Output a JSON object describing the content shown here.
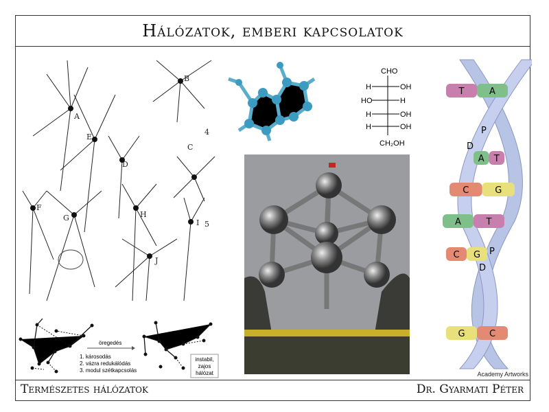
{
  "title": "Hálózatok, emberi kapcsolatok",
  "footer": {
    "left": "Természetes hálózatok",
    "right": "Dr. Gyarmati Péter"
  },
  "neurons": {
    "labels": [
      "A",
      "B",
      "C",
      "D",
      "E",
      "F",
      "G",
      "H",
      "I",
      "J",
      "4",
      "5"
    ]
  },
  "fischer": {
    "top": "CHO",
    "rows": [
      [
        "H",
        "OH"
      ],
      [
        "HO",
        "H"
      ],
      [
        "H",
        "OH"
      ],
      [
        "H",
        "OH"
      ]
    ],
    "bottom": "CH₂OH"
  },
  "dna": {
    "pairs": [
      [
        "T",
        "A"
      ],
      [
        "A",
        "T"
      ],
      [
        "C",
        "G"
      ],
      [
        "A",
        "T"
      ],
      [
        "C",
        "G"
      ],
      [
        "G",
        "C"
      ]
    ],
    "labels": [
      "D",
      "P",
      "D",
      "P"
    ],
    "credit": "Academy Artworks",
    "colors": {
      "A": "#7fbf8a",
      "T": "#c77fae",
      "C": "#e58a72",
      "G": "#e8e07a",
      "strand": "#b8c4e6"
    }
  },
  "network": {
    "arrow_label": "öregedés",
    "steps": [
      "1. károsodás",
      "2. vázra redukálódás",
      "3. modul szétkapcsolás"
    ],
    "box": [
      "instabil,",
      "zajos",
      "hálózat"
    ]
  }
}
